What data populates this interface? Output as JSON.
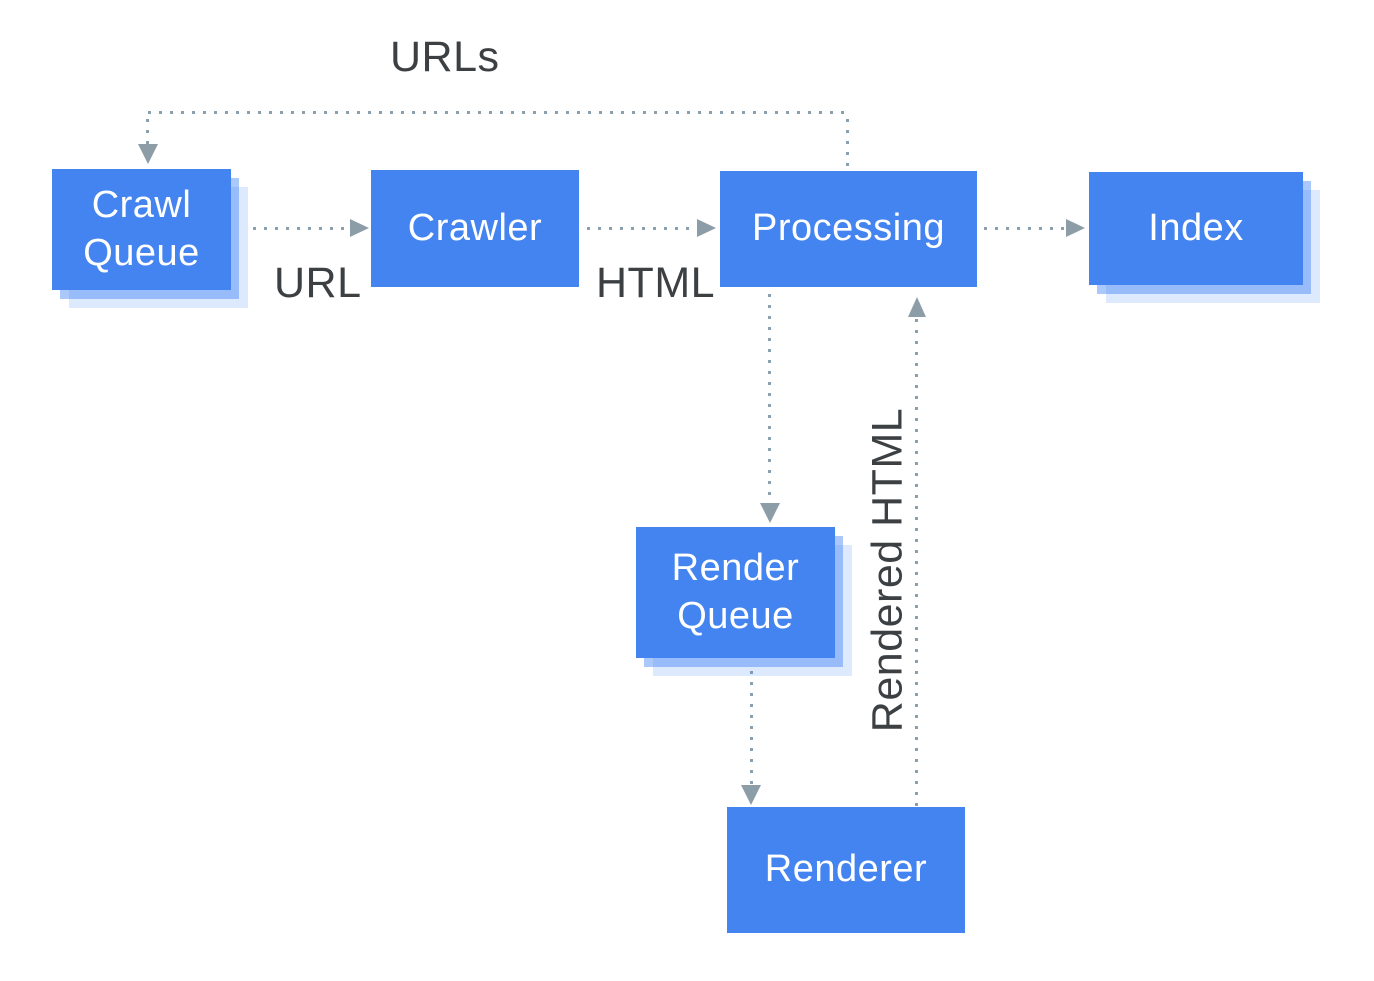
{
  "diagram": {
    "nodes": {
      "crawl_queue": {
        "label": "Crawl Queue"
      },
      "crawler": {
        "label": "Crawler"
      },
      "processing": {
        "label": "Processing"
      },
      "index": {
        "label": "Index"
      },
      "render_queue": {
        "label": "Render Queue"
      },
      "renderer": {
        "label": "Renderer"
      }
    },
    "edge_labels": {
      "urls": "URLs",
      "url": "URL",
      "html": "HTML",
      "rendered_html": "Rendered HTML"
    },
    "edges": [
      {
        "from": "Processing",
        "to": "Crawl Queue",
        "label": "URLs",
        "style": "dotted"
      },
      {
        "from": "Crawl Queue",
        "to": "Crawler",
        "label": "URL",
        "style": "dotted"
      },
      {
        "from": "Crawler",
        "to": "Processing",
        "label": "HTML",
        "style": "dotted"
      },
      {
        "from": "Processing",
        "to": "Index",
        "label": "",
        "style": "dotted"
      },
      {
        "from": "Processing",
        "to": "Render Queue",
        "label": "",
        "style": "dotted"
      },
      {
        "from": "Render Queue",
        "to": "Renderer",
        "label": "",
        "style": "dotted"
      },
      {
        "from": "Renderer",
        "to": "Processing",
        "label": "Rendered HTML",
        "style": "dotted"
      }
    ],
    "colors": {
      "node_fill": "#4484F0",
      "node_text": "#FFFFFF",
      "line": "#8BA0AF",
      "arrow": "#8D9DA8",
      "label_text": "#3C4043",
      "background": "#FFFFFF"
    }
  }
}
